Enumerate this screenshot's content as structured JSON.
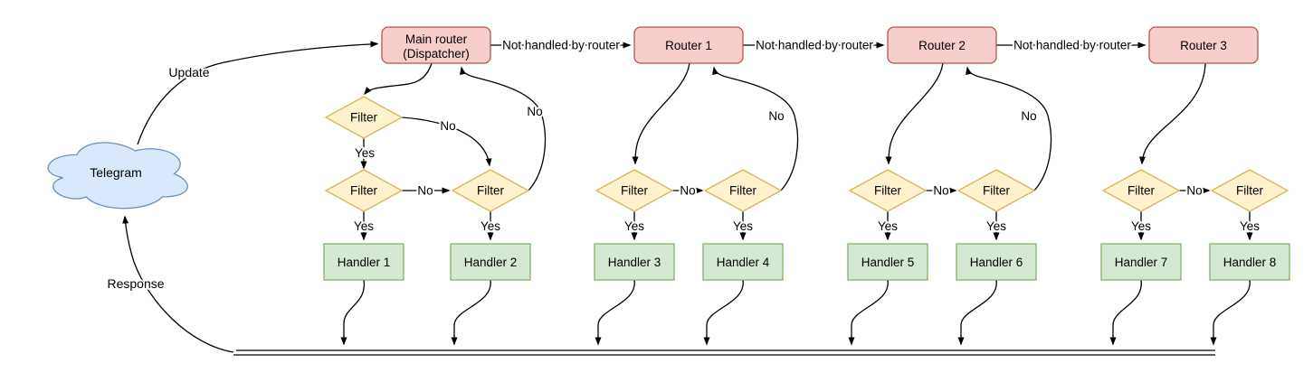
{
  "colors": {
    "background": "#ffffff",
    "edge": "#000000",
    "text": "#000000",
    "router_fill": "#f8cecc",
    "router_stroke": "#b85450",
    "filter_fill": "#fff2cc",
    "filter_stroke": "#d6b656",
    "handler_fill": "#d5e8d4",
    "handler_stroke": "#82b366",
    "cloud_fill": "#dae8fc",
    "cloud_stroke": "#6c8ebf"
  },
  "cloud": {
    "label": "Telegram"
  },
  "edge_labels": {
    "update": "Update",
    "response": "Response",
    "not_handled": "Not handled by router",
    "yes": "Yes",
    "no": "No"
  },
  "nodes": {
    "main_router": {
      "line1": "Main router",
      "line2": "(Dispatcher)"
    },
    "router1": {
      "label": "Router 1"
    },
    "router2": {
      "label": "Router 2"
    },
    "router3": {
      "label": "Router 3"
    },
    "filter_label": "Filter",
    "handlers": [
      {
        "label": "Handler 1"
      },
      {
        "label": "Handler 2"
      },
      {
        "label": "Handler 3"
      },
      {
        "label": "Handler 4"
      },
      {
        "label": "Handler 5"
      },
      {
        "label": "Handler 6"
      },
      {
        "label": "Handler 7"
      },
      {
        "label": "Handler 8"
      }
    ]
  }
}
